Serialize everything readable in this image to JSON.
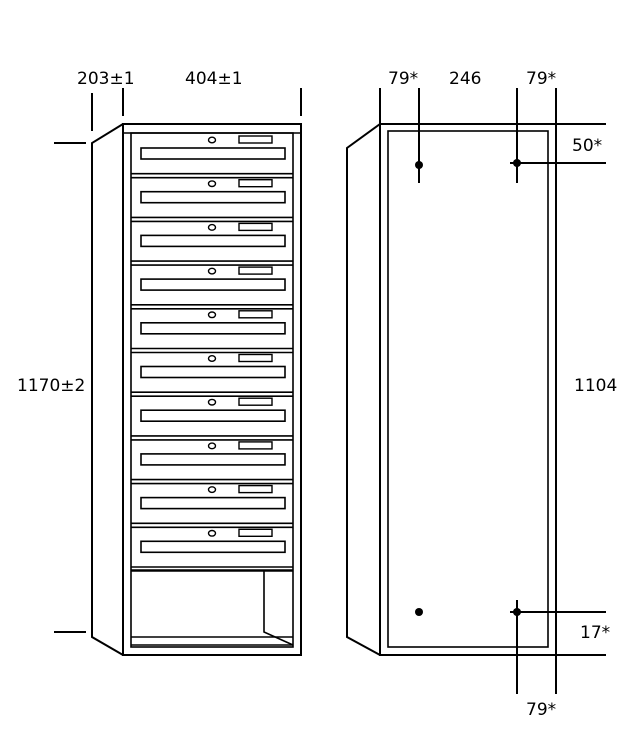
{
  "front_view": {
    "depth_label": "203±1",
    "width_label": "404±1",
    "height_label": "1170±2",
    "compartment_count": 10
  },
  "rear_view": {
    "left_offset_label": "79*",
    "center_spacing_label": "246",
    "right_offset_label": "79*",
    "top_offset_label": "50*",
    "height_label": "1104",
    "bottom_offset_label": "17*",
    "bottom_right_offset_label": "79*"
  },
  "colors": {
    "stroke": "#000000",
    "background": "#ffffff"
  }
}
